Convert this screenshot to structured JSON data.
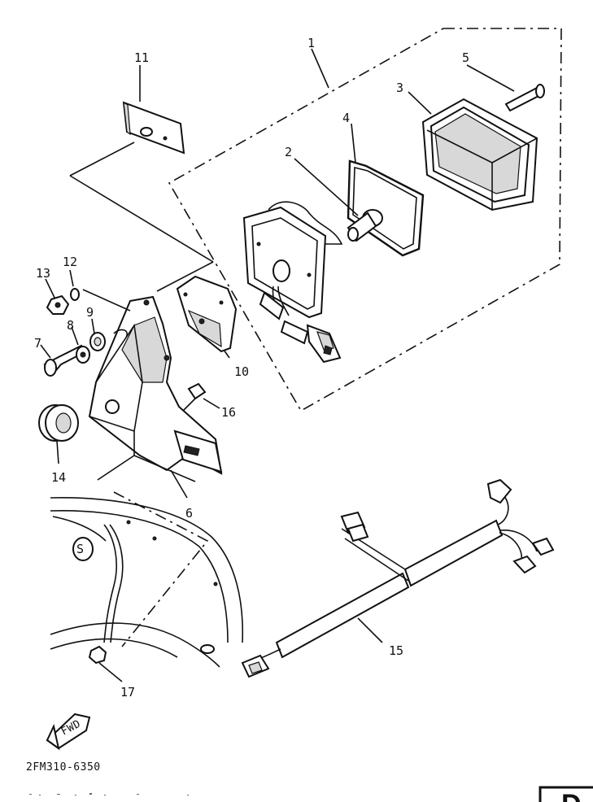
{
  "callouts": {
    "n1": "1",
    "n2": "2",
    "n3": "3",
    "n4": "4",
    "n5": "5",
    "n6": "6",
    "n7": "7",
    "n8": "8",
    "n9": "9",
    "n10": "10",
    "n11": "11",
    "n12": "12",
    "n13": "13",
    "n14": "14",
    "n15": "15",
    "n16": "16",
    "n17": "17"
  },
  "fwd_label": "FWD",
  "diagram_code": "2FM310-6350",
  "page_tab": "D"
}
